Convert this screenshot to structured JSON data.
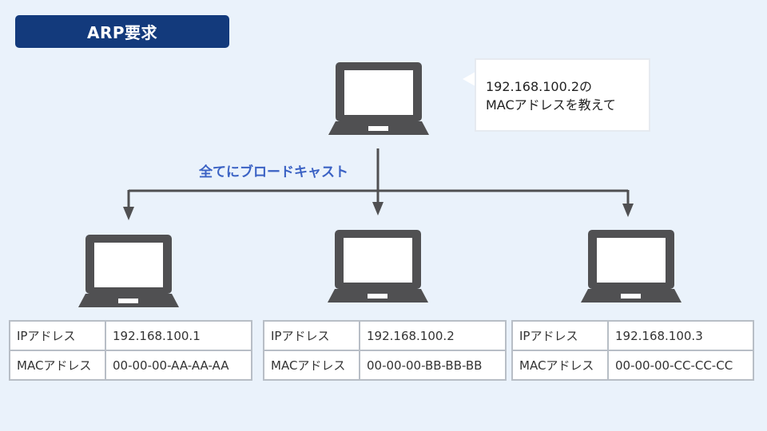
{
  "title": "ARP要求",
  "callout": {
    "line1": "192.168.100.2の",
    "line2": "MACアドレスを教えて"
  },
  "broadcast_label": "全てにブロードキャスト",
  "colors": {
    "title_bg": "#133a7c",
    "laptop": "#505052",
    "broadcast_text": "#3b62c4",
    "background": "#eaf2fb"
  },
  "hosts": [
    {
      "ip_label": "IPアドレス",
      "ip": "192.168.100.1",
      "mac_label": "MACアドレス",
      "mac": "00-00-00-AA-AA-AA"
    },
    {
      "ip_label": "IPアドレス",
      "ip": "192.168.100.2",
      "mac_label": "MACアドレス",
      "mac": "00-00-00-BB-BB-BB"
    },
    {
      "ip_label": "IPアドレス",
      "ip": "192.168.100.3",
      "mac_label": "MACアドレス",
      "mac": "00-00-00-CC-CC-CC"
    }
  ]
}
